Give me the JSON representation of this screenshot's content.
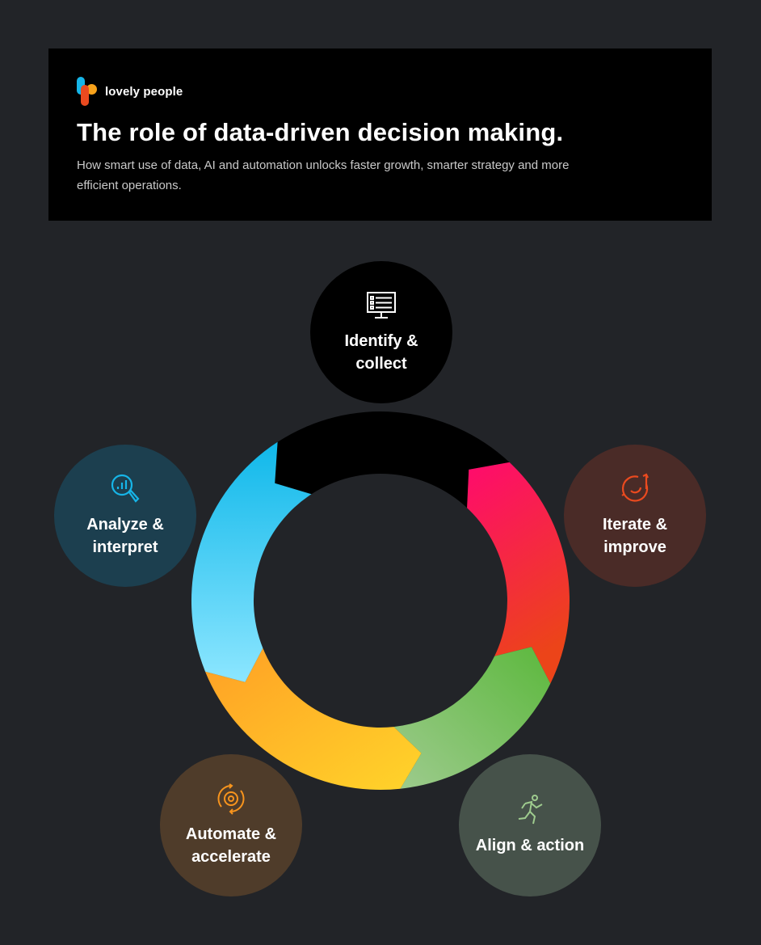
{
  "header": {
    "brand": "lovely people",
    "title": "The role of data-driven decision making.",
    "subtitle": "How smart use of data, AI and automation unlocks faster growth, smarter strategy and more efficient operations."
  },
  "steps": [
    {
      "label": "Identify & collect",
      "icon": "monitor-list-icon",
      "bg": "#000000",
      "accent": "#ffffff"
    },
    {
      "label": "Iterate & improve",
      "icon": "refresh-cycle-icon",
      "bg": "#4a2b27",
      "accent": "#ea4a1f"
    },
    {
      "label": "Align & action",
      "icon": "running-person-icon",
      "bg": "#46524a",
      "accent": "#9ecb8e"
    },
    {
      "label": "Automate & accelerate",
      "icon": "gear-cycle-icon",
      "bg": "#4f3c2a",
      "accent": "#f7941d"
    },
    {
      "label": "Analyze & interpret",
      "icon": "magnifier-chart-icon",
      "bg": "#1c3f4f",
      "accent": "#16b5e8"
    }
  ],
  "ring_colors": {
    "identify": [
      "#000000",
      "#000000"
    ],
    "iterate": [
      "#ff0a6e",
      "#ec4419"
    ],
    "align": [
      "#5cb83d",
      "#9ecb8e"
    ],
    "automate": [
      "#ff9f25",
      "#ffd42a"
    ],
    "analyze": [
      "#10b8ea",
      "#8ce6ff"
    ]
  }
}
